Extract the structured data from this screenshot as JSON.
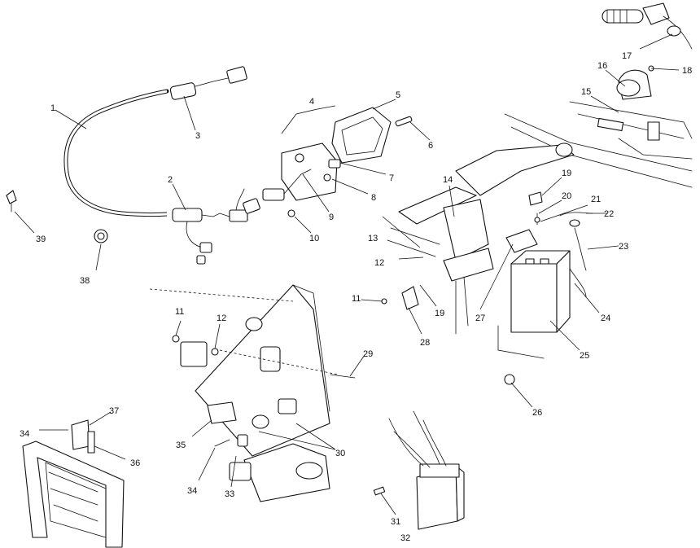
{
  "callouts": [
    "1",
    "2",
    "3",
    "4",
    "5",
    "6",
    "7",
    "8",
    "9",
    "10",
    "11",
    "12",
    "12",
    "13",
    "14",
    "15",
    "16",
    "17",
    "18",
    "19",
    "19",
    "20",
    "21",
    "22",
    "23",
    "24",
    "25",
    "26",
    "27",
    "28",
    "29",
    "30",
    "31",
    "32",
    "33",
    "34",
    "34",
    "35",
    "36",
    "37",
    "38",
    "39"
  ]
}
